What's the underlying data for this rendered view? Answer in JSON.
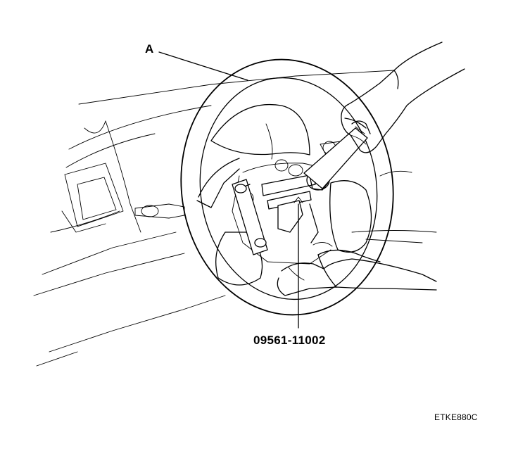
{
  "callouts": {
    "part_a": "A",
    "special_tool_number": "09561-11002"
  },
  "figure_id": "ETKE880C",
  "colors": {
    "line": "#000000",
    "background": "#ffffff"
  }
}
